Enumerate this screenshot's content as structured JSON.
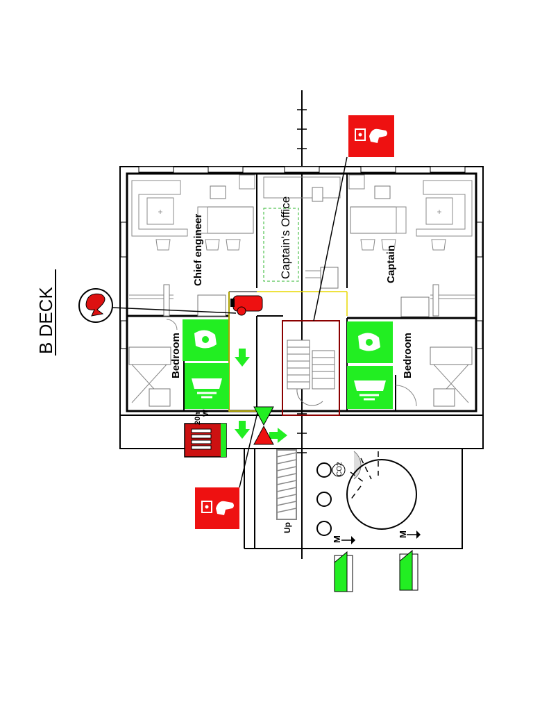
{
  "deck": {
    "title": "B DECK"
  },
  "rooms": {
    "chief_engineer": "Chief engineer",
    "captains_office": "Captain's Office",
    "captain": "Captain",
    "bedroom_left": "Bedroom",
    "bedroom_right": "Bedroom"
  },
  "stairs": {
    "up_label": "Up"
  },
  "equipment": {
    "co2_label": "CO2",
    "motor_label_1": "M",
    "motor_label_2": "M",
    "fire_hose_label": "20m",
    "fire_hose_sublabel": "W"
  },
  "colors": {
    "safety_green": "#22ee22",
    "fire_red": "#ee1111",
    "corridor_yellow": "#e8d800"
  },
  "icons": [
    "fire-alarm-push-button-icon",
    "fire-extinguisher-icon",
    "fire-hose-reel-icon",
    "safety-shower-icon",
    "eyewash-icon",
    "emergency-exit-arrow-icon",
    "fire-detector-icon",
    "fire-damper-icon"
  ]
}
